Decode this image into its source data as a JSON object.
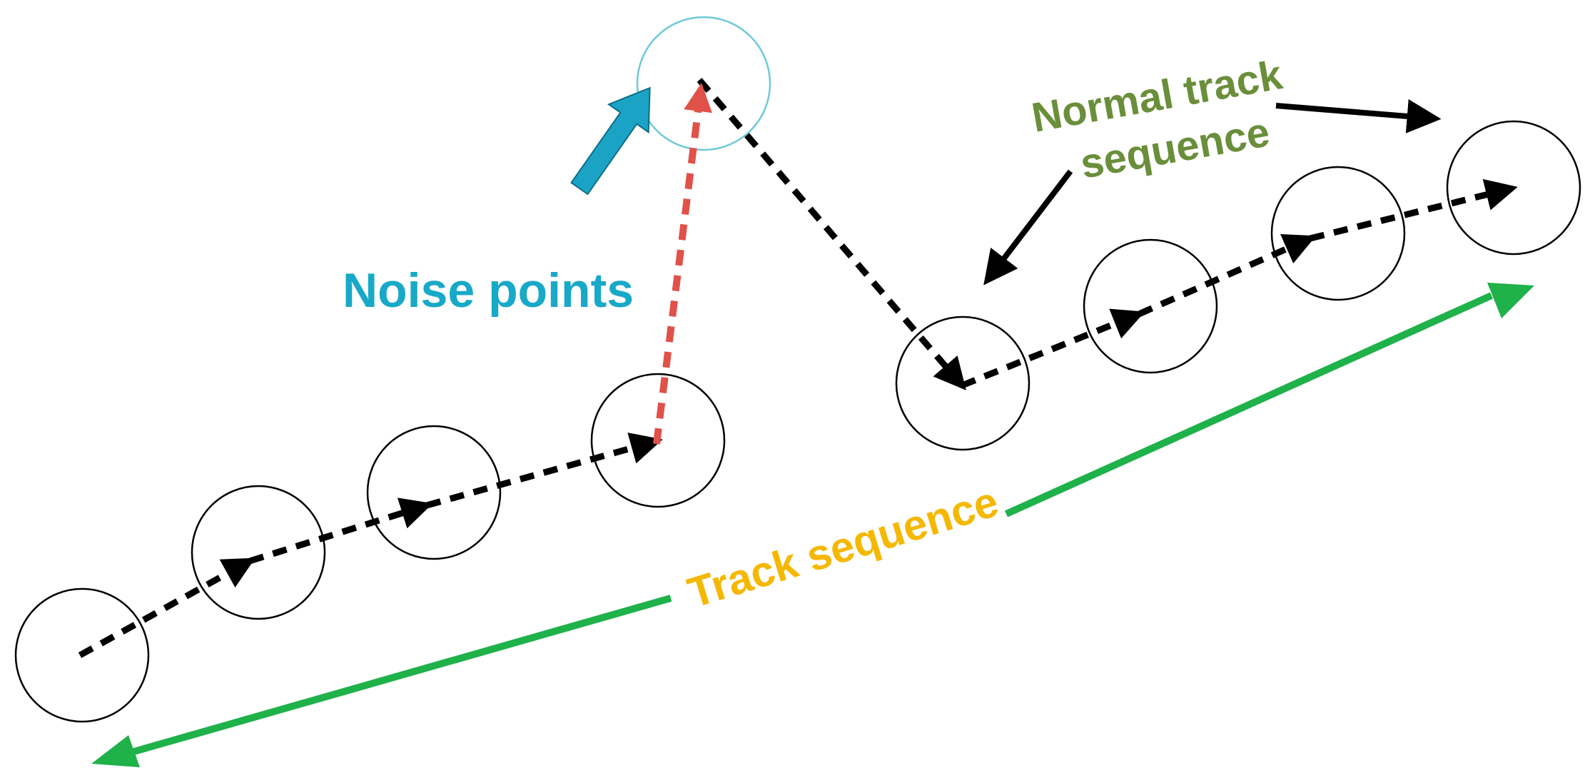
{
  "labels": {
    "noise_points": "Noise points",
    "normal_track_line1": "Normal track",
    "normal_track_line2": "sequence",
    "track_sequence": "Track sequence"
  },
  "colors": {
    "noise_label": "#18A9C8",
    "noise_circle": "#6FC9D8",
    "noise_arrow": "#1AA3C4",
    "noise_path": "#E0514A",
    "normal_label": "#6A8E3A",
    "track_label": "#F5B800",
    "track_arrow": "#1FB14A",
    "track_path": "#000000"
  },
  "icons": {
    "noise_pointer": "block-arrow-icon",
    "normal_pointers": "arrow-icon",
    "track_span": "double-arrow-icon"
  }
}
